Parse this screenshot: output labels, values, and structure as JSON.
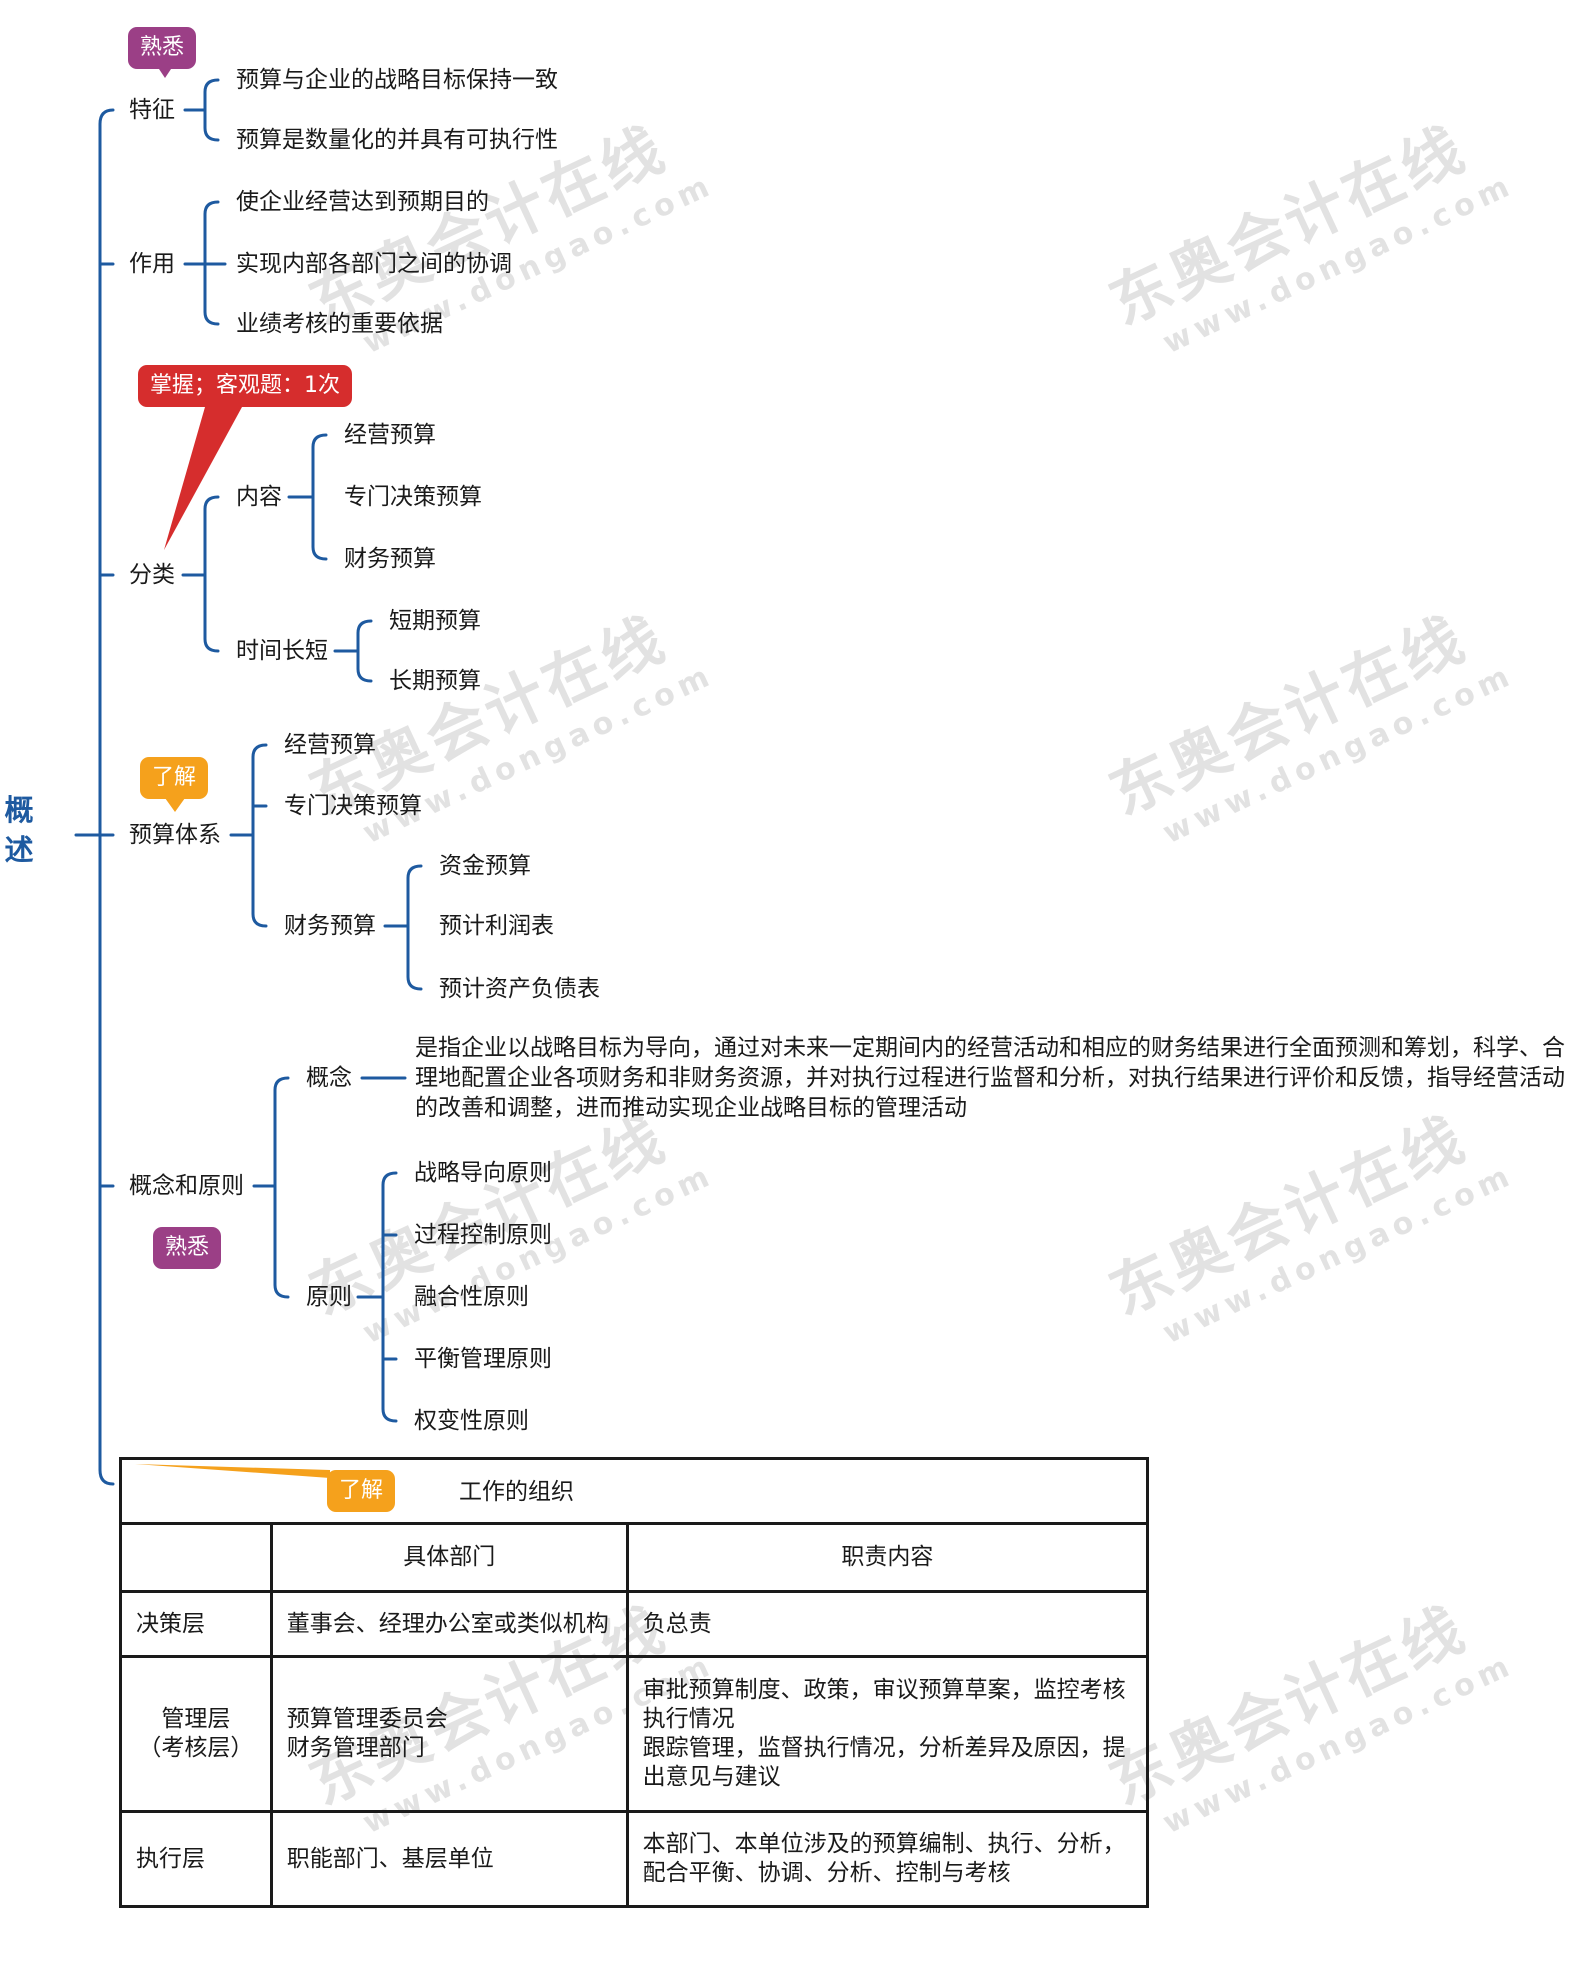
{
  "root": "概述",
  "badges": {
    "familiar": "熟悉",
    "master": "掌握；客观题：1次",
    "understand": "了解"
  },
  "features": {
    "label": "特征",
    "items": [
      "预算与企业的战略目标保持一致",
      "预算是数量化的并具有可执行性"
    ]
  },
  "roles": {
    "label": "作用",
    "items": [
      "使企业经营达到预期目的",
      "实现内部各部门之间的协调",
      "业绩考核的重要依据"
    ]
  },
  "classification": {
    "label": "分类",
    "content": {
      "label": "内容",
      "items": [
        "经营预算",
        "专门决策预算",
        "财务预算"
      ]
    },
    "duration": {
      "label": "时间长短",
      "items": [
        "短期预算",
        "长期预算"
      ]
    }
  },
  "system": {
    "label": "预算体系",
    "items": [
      "经营预算",
      "专门决策预算"
    ],
    "financial": {
      "label": "财务预算",
      "items": [
        "资金预算",
        "预计利润表",
        "预计资产负债表"
      ]
    }
  },
  "concept_principles": {
    "label": "概念和原则",
    "concept": {
      "label": "概念",
      "text": "是指企业以战略目标为导向，通过对未来一定期间内的经营活动和相应的财务结果进行全面预测和筹划，科学、合理地配置企业各项财务和非财务资源，并对执行过程进行监督和分析，对执行结果进行评价和反馈，指导经营活动的改善和调整，进而推动实现企业战略目标的管理活动"
    },
    "principles": {
      "label": "原则",
      "items": [
        "战略导向原则",
        "过程控制原则",
        "融合性原则",
        "平衡管理原则",
        "权变性原则"
      ]
    }
  },
  "organization": {
    "title": "工作的组织",
    "headers": [
      "",
      "具体部门",
      "职责内容"
    ],
    "rows": [
      {
        "level": "决策层",
        "dept": [
          "董事会、经理办公室或类似机构"
        ],
        "duty": [
          "负总责"
        ]
      },
      {
        "level": "管理层\n（考核层）",
        "dept": [
          "预算管理委员会",
          "财务管理部门"
        ],
        "duty": [
          "审批预算制度、政策，审议预算草案，监控考核执行情况",
          "跟踪管理，监督执行情况，分析差异及原因，提出意见与建议"
        ]
      },
      {
        "level": "执行层",
        "dept": [
          "职能部门、基层单位"
        ],
        "duty": [
          "本部门、本单位涉及的预算编制、执行、分析，配合平衡、协调、分析、控制与考核"
        ]
      }
    ]
  },
  "watermark": {
    "cn": "东奥会计在线",
    "url": "www.dongao.com"
  },
  "colors": {
    "line": "#1e5aa0",
    "purple": "#9b3f86",
    "orange": "#f5a11c",
    "red": "#d62d2d",
    "root": "#1e5aa0"
  }
}
